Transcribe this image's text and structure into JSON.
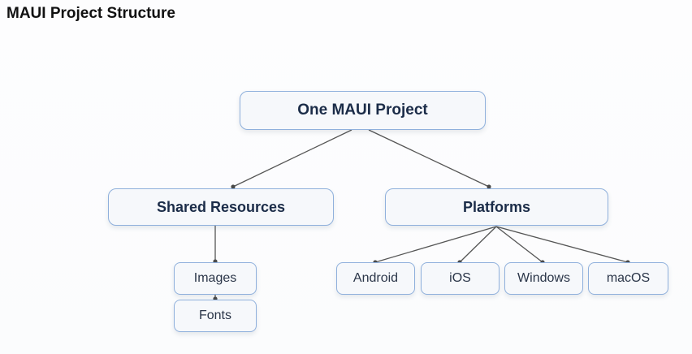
{
  "title": "MAUI Project Structure",
  "diagram": {
    "root": {
      "label": "One MAUI Project"
    },
    "branches": [
      {
        "label": "Shared Resources",
        "children": [
          "Images",
          "Fonts"
        ]
      },
      {
        "label": "Platforms",
        "children": [
          "Android",
          "iOS",
          "Windows",
          "macOS"
        ]
      }
    ]
  },
  "colors": {
    "node_border": "#8fb0dc",
    "node_fill": "#f6f8fb",
    "node_text": "#1b2c48",
    "connector": "#555555"
  }
}
